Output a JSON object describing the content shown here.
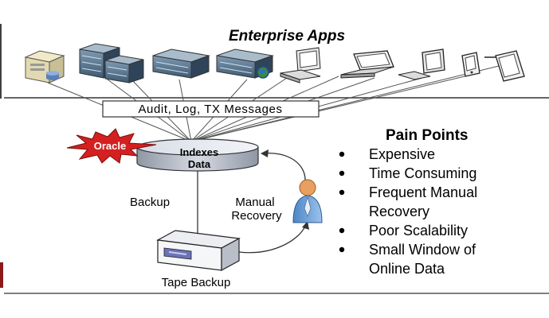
{
  "title": "Enterprise Apps",
  "messages_box": "Audit, Log, TX Messages",
  "oracle_label": "Oracle",
  "database": {
    "line1": "Indexes",
    "line2": "Data"
  },
  "backup_label": "Backup",
  "manual_recovery": {
    "line1": "Manual",
    "line2": "Recovery"
  },
  "tape_label": "Tape Backup",
  "pain_points": {
    "title": "Pain Points",
    "items": [
      {
        "lines": [
          "Expensive"
        ]
      },
      {
        "lines": [
          "Time Consuming"
        ]
      },
      {
        "lines": [
          "Frequent Manual",
          "Recovery"
        ]
      },
      {
        "lines": [
          "Poor Scalability"
        ]
      },
      {
        "lines": [
          "Small Window of",
          "Online Data"
        ]
      }
    ]
  },
  "icons": [
    "server-tower-icon",
    "server-rack-icon",
    "server-rack-icon",
    "server-rack-icon",
    "server-globe-icon",
    "desktop-pc-icon",
    "laptop-icon",
    "tablet-icon",
    "pda-icon",
    "pda-icon",
    "database-icon",
    "oracle-burst-icon",
    "user-icon",
    "tape-drive-icon"
  ],
  "colors": {
    "oracle_red": "#d42020",
    "person_blue": "#6a9fd4",
    "person_head": "#e8a060",
    "left_accent": "#8b1a1a"
  }
}
